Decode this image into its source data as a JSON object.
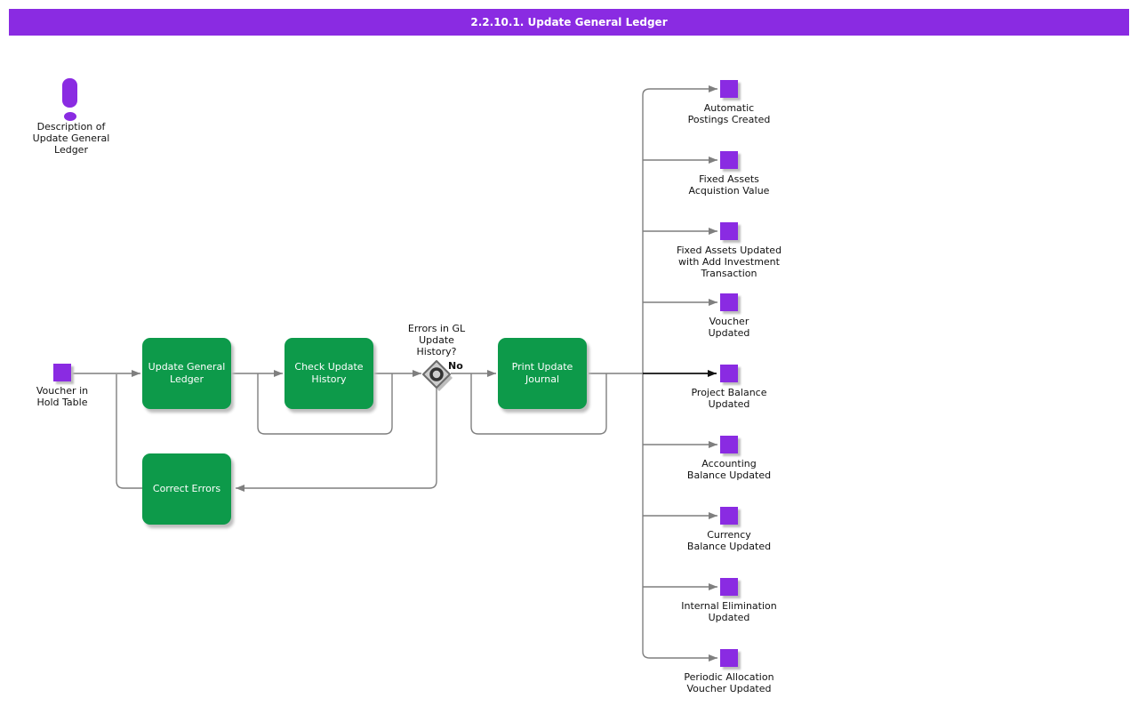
{
  "window": {
    "title": "2.2.10.1. Update General Ledger"
  },
  "colors": {
    "purple": "#8A2BE2",
    "green": "#0D9A4A",
    "line_gray": "#7F7F7F",
    "shadow": "#BDBDBD",
    "white": "#FFFFFF",
    "black": "#111111"
  },
  "annotation": {
    "icon": "exclamation-icon",
    "label": "Description of\nUpdate General\nLedger"
  },
  "start_event": {
    "label": "Voucher in\nHold Table"
  },
  "processes": [
    {
      "id": "update-general-ledger",
      "label": "Update General\nLedger"
    },
    {
      "id": "check-update-history",
      "label": "Check Update\nHistory"
    },
    {
      "id": "print-update-journal",
      "label": "Print Update\nJournal"
    },
    {
      "id": "correct-errors",
      "label": "Correct Errors"
    }
  ],
  "decision": {
    "question": "Errors in GL\nUpdate\nHistory?",
    "branch_label": "No"
  },
  "end_events": [
    {
      "label": "Automatic\nPostings Created"
    },
    {
      "label": "Fixed Assets\nAcquistion Value"
    },
    {
      "label": "Fixed Assets Updated\nwith Add Investment\nTransaction"
    },
    {
      "label": "Voucher\nUpdated"
    },
    {
      "label": "Project Balance\nUpdated",
      "highlight": true
    },
    {
      "label": "Accounting\nBalance Updated"
    },
    {
      "label": "Currency\nBalance Updated"
    },
    {
      "label": "Internal Elimination\nUpdated"
    },
    {
      "label": "Periodic Allocation\nVoucher Updated"
    }
  ]
}
